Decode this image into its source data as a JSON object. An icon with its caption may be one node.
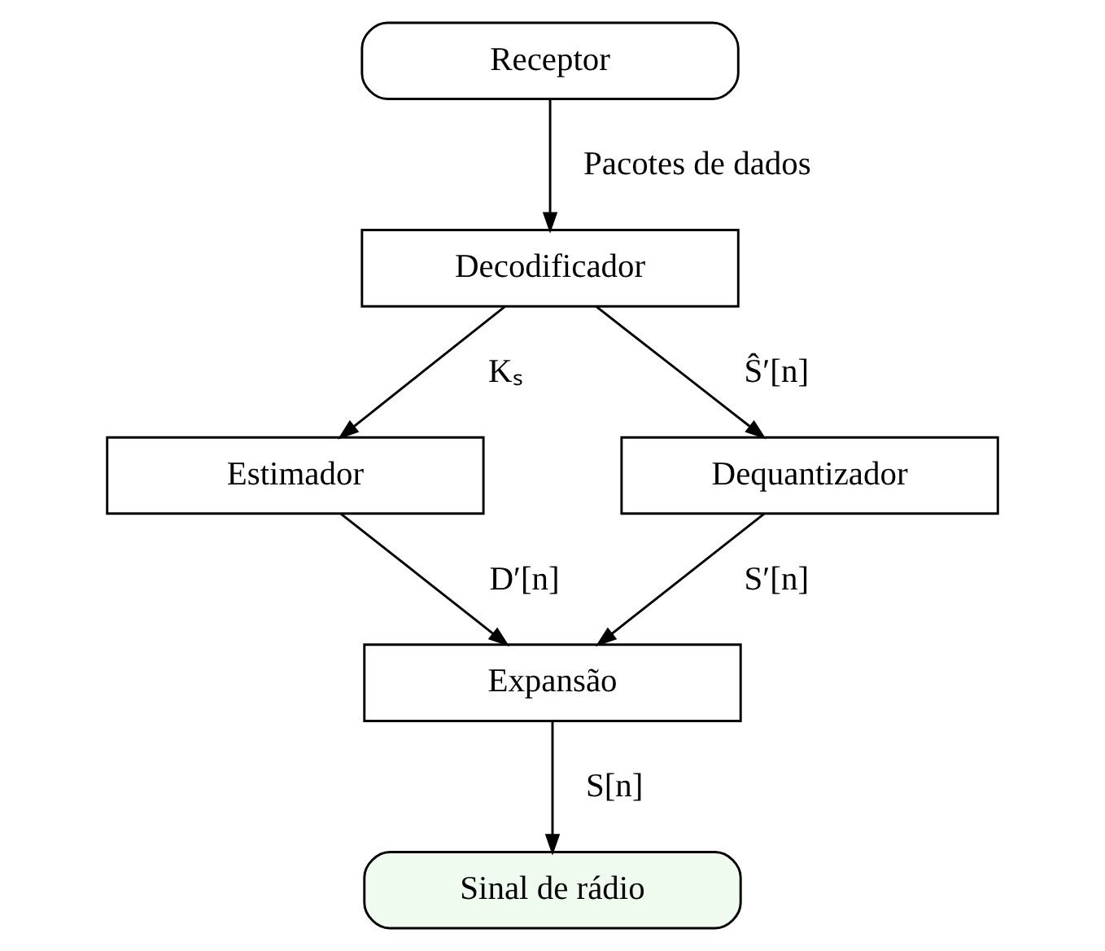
{
  "diagram": {
    "nodes": [
      {
        "text": [
          "Receptor"
        ]
      },
      {
        "text": [
          "Decodificador"
        ]
      },
      {
        "text": [
          "Estimador"
        ]
      },
      {
        "text": [
          "Dequantizador"
        ]
      },
      {
        "text": [
          "Expansão"
        ]
      },
      {
        "text": [
          "Sinal de rádio"
        ]
      }
    ],
    "edges": [
      {
        "from": 0,
        "to": 1,
        "arrow": "to",
        "label": "Pacotes de dados"
      },
      {
        "from": 1,
        "to": 2,
        "arrow": "to",
        "label": "Kₛ"
      },
      {
        "from": 1,
        "to": 3,
        "arrow": "to",
        "label": "Ŝ′[n]"
      },
      {
        "from": 2,
        "to": 4,
        "arrow": "to",
        "label": "D′[n]"
      },
      {
        "from": 3,
        "to": 4,
        "arrow": "to",
        "label": "S′[n]"
      },
      {
        "from": 4,
        "to": 5,
        "arrow": "to",
        "label": "S[n]"
      }
    ]
  }
}
